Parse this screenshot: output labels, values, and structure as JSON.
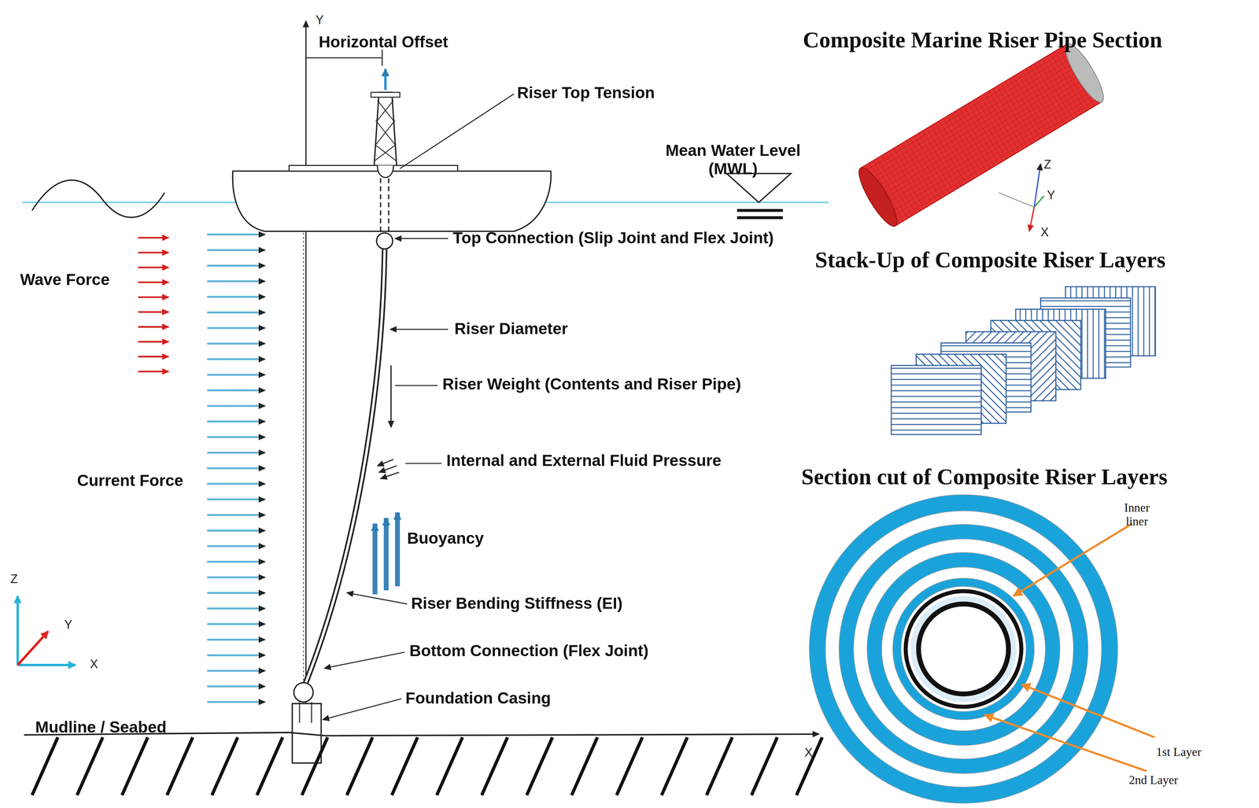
{
  "diagram": {
    "labels": [
      "Y",
      "Horizontal Offset",
      "Riser Top Tension",
      "Mean Water Level (MWL)",
      "Top Connection (Slip Joint and Flex Joint)",
      "Wave Force",
      "Riser Diameter",
      "Riser Weight (Contents and Riser Pipe)",
      "Internal and External Fluid Pressure",
      "Current Force",
      "Buoyancy",
      "Riser Bending Stiffness (EI)",
      "Bottom Connection (Flex Joint)",
      "Foundation Casing",
      "Mudline / Seabed",
      "X",
      "Z",
      "Y",
      "X",
      "Composite Marine Riser Pipe Section",
      "Z",
      "Y",
      "X",
      "Stack-Up of Composite Riser Layers",
      "Section cut of Composite Riser Layers",
      "Inner liner",
      "1st Layer",
      "2nd Layer"
    ]
  }
}
